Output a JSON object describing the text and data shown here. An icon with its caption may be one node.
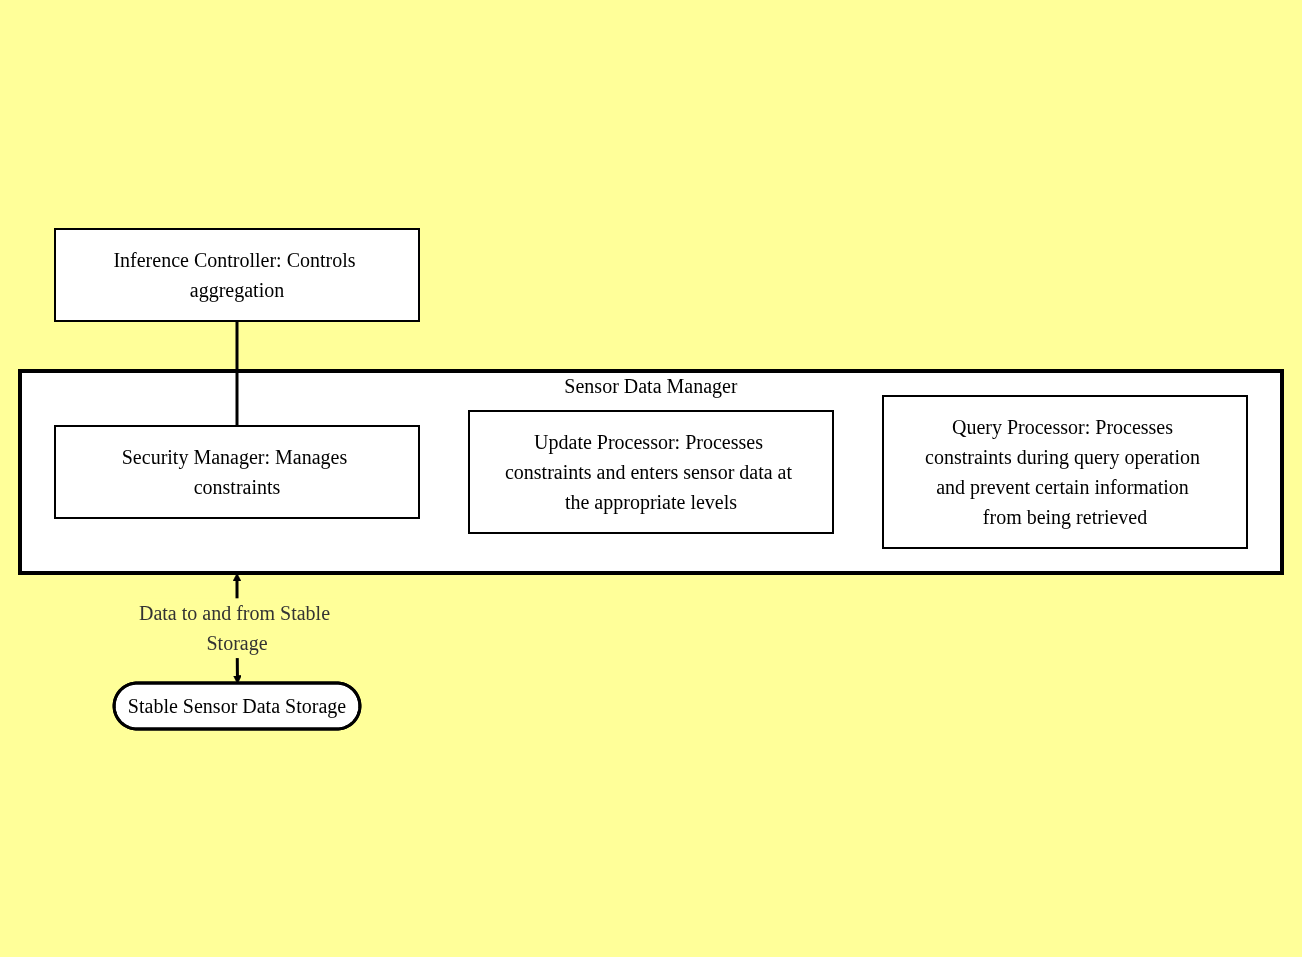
{
  "diagram": {
    "nodes": [
      {
        "text": [
          "Inference Controller: Controls aggregation"
        ]
      },
      {
        "text": [
          "Sensor Data Manager"
        ]
      },
      {
        "text": [
          "Security Manager: Manages constraints"
        ],
        "in": 1
      },
      {
        "text": [
          "Update Processor: Processes constraints and enters sensor data at the appropriate levels"
        ],
        "in": 1
      },
      {
        "text": [
          "Query Processor: Processes constraints during query operation and prevent certain information from being retrieved"
        ],
        "in": 1
      },
      {
        "text": [
          "Stable Sensor Data Storage"
        ]
      }
    ],
    "edges": [
      {
        "from": 0,
        "to": 2,
        "arrow": "none"
      },
      {
        "from": 1,
        "to": 5,
        "arrow": "both",
        "label": "Data to and from Stable Storage"
      }
    ]
  }
}
